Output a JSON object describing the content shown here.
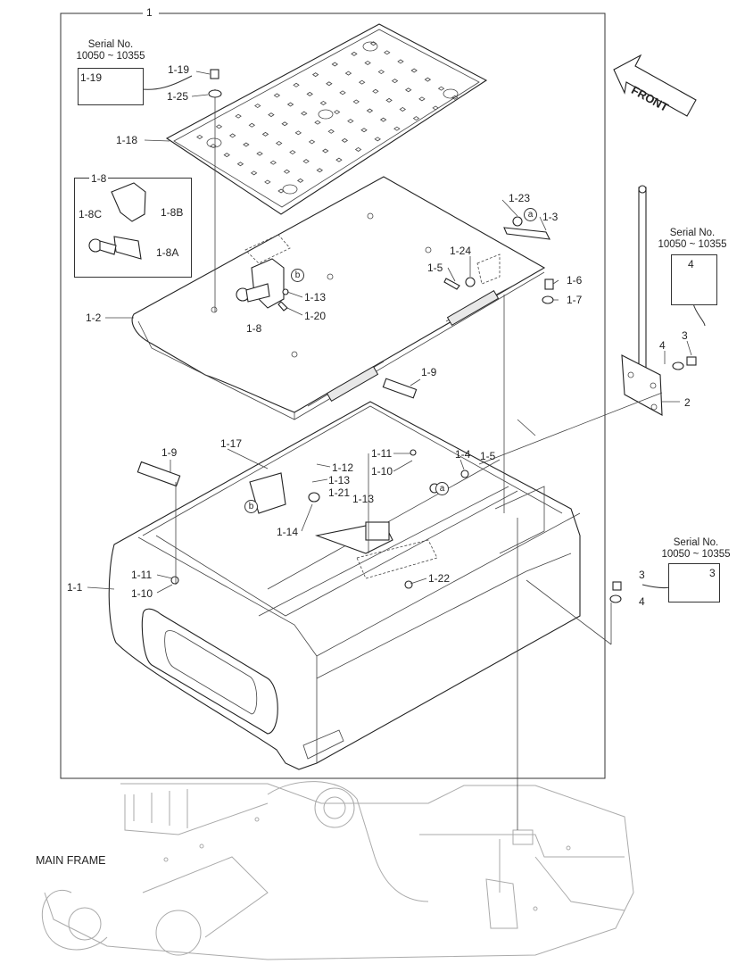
{
  "diagram": {
    "assembly_number": "1",
    "front_label": "FRONT",
    "main_frame_label": "MAIN FRAME",
    "serial_notes": [
      {
        "title": "Serial No.",
        "range": "10050 ~ 10355",
        "part": "1-19"
      },
      {
        "title": "Serial No.",
        "range": "10050 ~ 10355",
        "part": "4"
      },
      {
        "title": "Serial No.",
        "range": "10050 ~ 10355",
        "part": "3"
      }
    ],
    "callouts": {
      "c_1_19a": "1-19",
      "c_1_19": "1-19",
      "c_1_25": "1-25",
      "c_1_18": "1-18",
      "c_1_8": "1-8",
      "c_1_8b": "1-8B",
      "c_1_8c": "1-8C",
      "c_1_8a": "1-8A",
      "c_1_8_lower": "1-8",
      "c_1_13a": "1-13",
      "c_1_20": "1-20",
      "c_1_2": "1-2",
      "c_1_23": "1-23",
      "c_1_3": "1-3",
      "c_1_24": "1-24",
      "c_1_5a": "1-5",
      "c_1_6": "1-6",
      "c_1_7": "1-7",
      "c_1_9a": "1-9",
      "c_1_9b": "1-9",
      "c_1_17": "1-17",
      "c_1_11a": "1-11",
      "c_1_10a": "1-10",
      "c_1_12": "1-12",
      "c_1_13b": "1-13",
      "c_1_21": "1-21",
      "c_1_13c": "1-13",
      "c_1_4": "1-4",
      "c_1_5b": "1-5",
      "c_1_14": "1-14",
      "c_1_22": "1-22",
      "c_1_11b": "1-11",
      "c_1_10b": "1-10",
      "c_1_1": "1-1",
      "c_2": "2",
      "c_3a": "3",
      "c_4a": "4",
      "c_3b": "3",
      "c_4b": "4",
      "c_3c": "3",
      "c_4c": "4"
    },
    "markers": {
      "a1": "a",
      "a2": "a",
      "b1": "b",
      "b2": "b"
    }
  }
}
